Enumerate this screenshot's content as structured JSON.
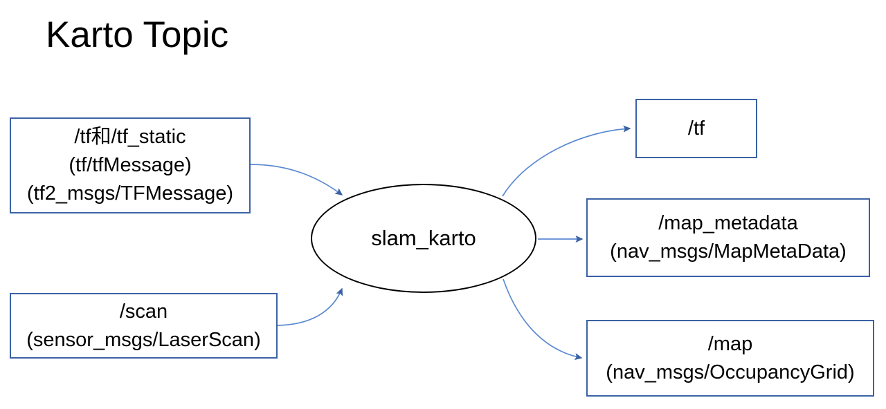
{
  "slide": {
    "title": "Karto Topic",
    "background_color": "#ffffff",
    "text_color": "#000000",
    "box_border_color": "#3B62A4",
    "arrow_color": "#5B8AD1",
    "arrow_head_color": "#3B62A4",
    "ellipse_border_color": "#000000"
  },
  "center_node": {
    "label": "slam_karto"
  },
  "inputs": [
    {
      "id": "tf-input",
      "lines": [
        "/tf和/tf_static",
        "(tf/tfMessage)",
        "(tf2_msgs/TFMessage)"
      ]
    },
    {
      "id": "scan-input",
      "lines": [
        "/scan",
        "(sensor_msgs/LaserScan)"
      ]
    }
  ],
  "outputs": [
    {
      "id": "tf-output",
      "lines": [
        "/tf"
      ]
    },
    {
      "id": "map-metadata",
      "lines": [
        "/map_metadata",
        "(nav_msgs/MapMetaData)"
      ]
    },
    {
      "id": "map",
      "lines": [
        "/map",
        "(nav_msgs/OccupancyGrid)"
      ]
    }
  ],
  "edges": [
    {
      "name": "tf-input-to-slam-karto",
      "from": "tf-input",
      "to": "slam_karto",
      "direction": "right"
    },
    {
      "name": "scan-input-to-slam-karto",
      "from": "scan-input",
      "to": "slam_karto",
      "direction": "right"
    },
    {
      "name": "slam-karto-to-tf-output",
      "from": "slam_karto",
      "to": "tf-output",
      "direction": "right"
    },
    {
      "name": "slam-karto-to-map-metadata",
      "from": "slam_karto",
      "to": "map-metadata",
      "direction": "right"
    },
    {
      "name": "slam-karto-to-map",
      "from": "slam_karto",
      "to": "map",
      "direction": "right"
    }
  ]
}
